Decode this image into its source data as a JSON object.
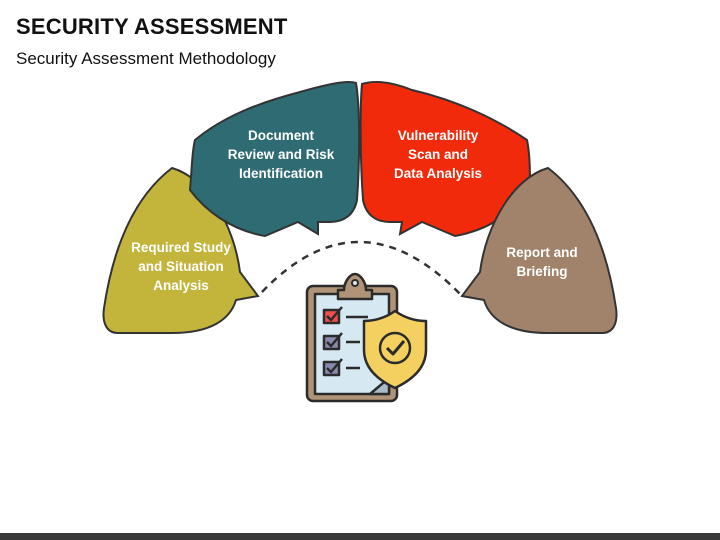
{
  "header": {
    "title": "SECURITY ASSESSMENT",
    "subtitle": "Security Assessment Methodology"
  },
  "steps": [
    {
      "label": "Required Study\nand Situation\nAnalysis",
      "color": "#c3b43c"
    },
    {
      "label": "Document\nReview and Risk\nIdentification",
      "color": "#2e6b72"
    },
    {
      "label": "Vulnerability\nScan and\nData Analysis",
      "color": "#f22a0c"
    },
    {
      "label": "Report and\nBriefing",
      "color": "#a1836b"
    }
  ],
  "center_icon": "clipboard-checklist-shield-icon",
  "colors": {
    "outline": "#333333",
    "arc": "#333333",
    "footer": "#3a3a3a"
  }
}
